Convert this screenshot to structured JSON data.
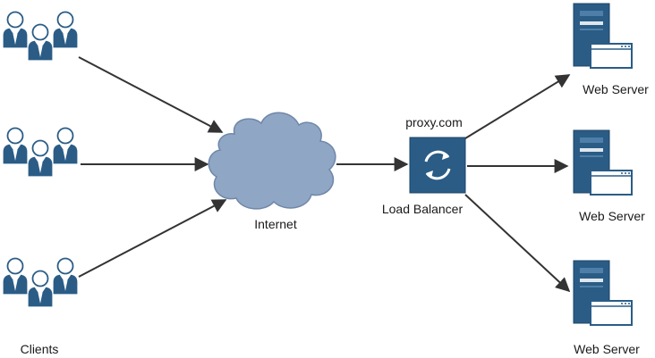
{
  "labels": {
    "clients": "Clients",
    "internet": "Internet",
    "proxy": "proxy.com",
    "load_balancer": "Load Balancer",
    "web_server_1": "Web Server",
    "web_server_2": "Web Server",
    "web_server_3": "Web Server"
  },
  "icons": {
    "user_group": "user-group-icon",
    "cloud": "cloud-icon",
    "load_balancer": "sync-arrows-icon",
    "server": "server-tower-icon",
    "window": "browser-window-icon"
  },
  "colors": {
    "accent": "#2a5c86",
    "accent_dark": "#1d4566",
    "cloud_fill": "#8fa6c5",
    "cloud_stroke": "#6f87a8",
    "arrow": "#333333",
    "text": "#1a1a1a"
  }
}
